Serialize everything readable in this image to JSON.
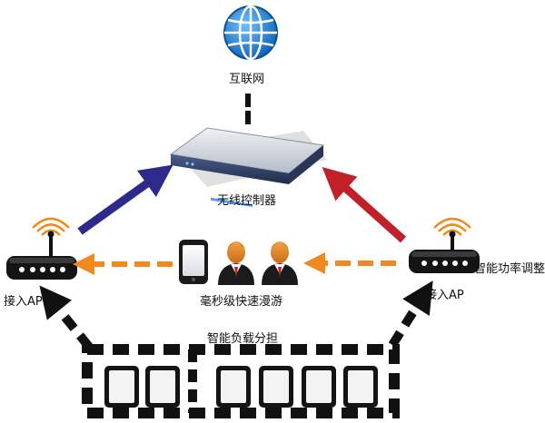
{
  "internet": {
    "label": "互联网",
    "icon": "globe-icon"
  },
  "controller": {
    "label": "无线控制器",
    "icon": "controller-appliance-icon"
  },
  "ap_left": {
    "label": "接入AP",
    "icon": "wireless-router-icon"
  },
  "ap_right": {
    "label": "接入AP",
    "icon": "wireless-router-icon",
    "feature": "智能功率调整"
  },
  "roaming": {
    "label": "毫秒级快速漫游",
    "icons": [
      "smartphone-icon",
      "user-icon",
      "user-icon"
    ]
  },
  "load_balance": {
    "label": "智能负载分担",
    "device_count": 6,
    "device_icon": "tablet-icon"
  },
  "colors": {
    "left_arrow": "#2e2a8c",
    "right_arrow": "#c0202a",
    "roam_arrow": "#f08a1e",
    "dashed_arrow": "#111111",
    "globe": "#1d7fd6"
  }
}
